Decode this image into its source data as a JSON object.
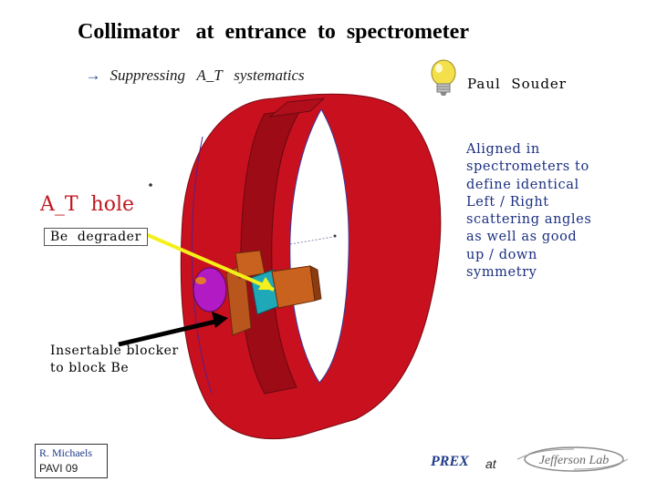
{
  "slide": {
    "title": "Collimator   at  entrance  to  spectrometer",
    "subtitle_arrow": "→",
    "subtitle": "Suppressing   A_T   systematics",
    "author": "Paul  Souder",
    "note_lines": [
      "Aligned  in",
      "spectrometers to",
      "define identical",
      "Left / Right",
      "scattering angles",
      "as well as good",
      "up / down",
      "symmetry"
    ],
    "label_hole": "A_T  hole",
    "label_degrader": "Be  degrader",
    "label_blocker_lines": [
      "Insertable  blocker",
      "to block Be"
    ],
    "credit_line1": "R.  Michaels",
    "credit_line2": "PAVI  09",
    "footer_prex": "PREX",
    "footer_at": "at",
    "logo_text": "Jefferson Lab"
  },
  "colors": {
    "collimator_red": "#c8101e",
    "note_blue": "#1b2f80",
    "hole_label_red": "#c0161f",
    "pointer_yellow": "#f5f01a",
    "degrader_cyan": "#1fa9b8",
    "block_orange": "#c9621e",
    "magenta_part": "#b21bc4"
  },
  "icons": {
    "bulb": "lightbulb-icon",
    "logo": "jefferson-lab-logo"
  }
}
